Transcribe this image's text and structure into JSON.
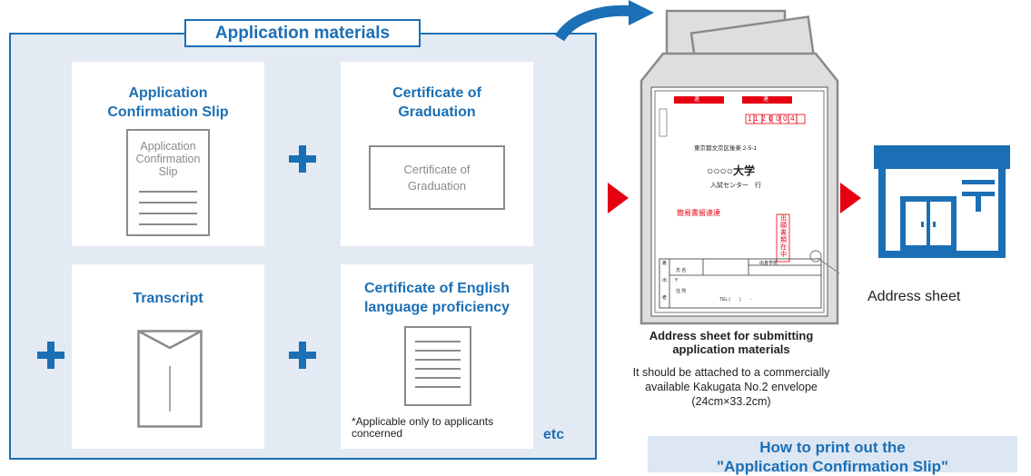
{
  "panel": {
    "title": "Application materials",
    "etc_label": "etc",
    "cards": [
      {
        "title": "Application\nConfirmation Slip",
        "doc_text": "Application\nConfirmation\nSlip"
      },
      {
        "title": "Certificate of\nGraduation",
        "doc_text": "Certificate of\nGraduation"
      },
      {
        "title": "Transcript"
      },
      {
        "title": "Certificate of English\nlanguage proficiency",
        "note": "*Applicable only to applicants\nconcerned"
      }
    ]
  },
  "envelope": {
    "postal_code": "1120004",
    "address": "東京都文京区後楽 2-5-1",
    "university": "○○○○大学",
    "center": "入試センター　行",
    "stamp_top_left": "速",
    "stamp_top_right": "達",
    "registered_mail": "簡易書留速達",
    "enclosed": "出願書類在中",
    "sender_block": {
      "label1": "差",
      "label2": "出",
      "label3": "者",
      "name_label": "氏 名",
      "school_label": "出身学校",
      "postal_mark": "〒",
      "address_label": "住 所",
      "tel_label": "TEL (　　)　　-"
    }
  },
  "captions": {
    "address_sheet_label": "Address sheet",
    "title": "Address sheet for submitting\napplication materials",
    "body": "It should be attached to a commercially\navailable Kakugata No.2 envelope\n(24cm×33.2cm)"
  },
  "howto": {
    "text": "How to print out the\n\"Application Confirmation Slip\""
  },
  "colors": {
    "brand_blue": "#1b6fb5",
    "red": "#e60012",
    "panel_bg": "#e4eaf4",
    "gray": "#8a8a8a"
  }
}
